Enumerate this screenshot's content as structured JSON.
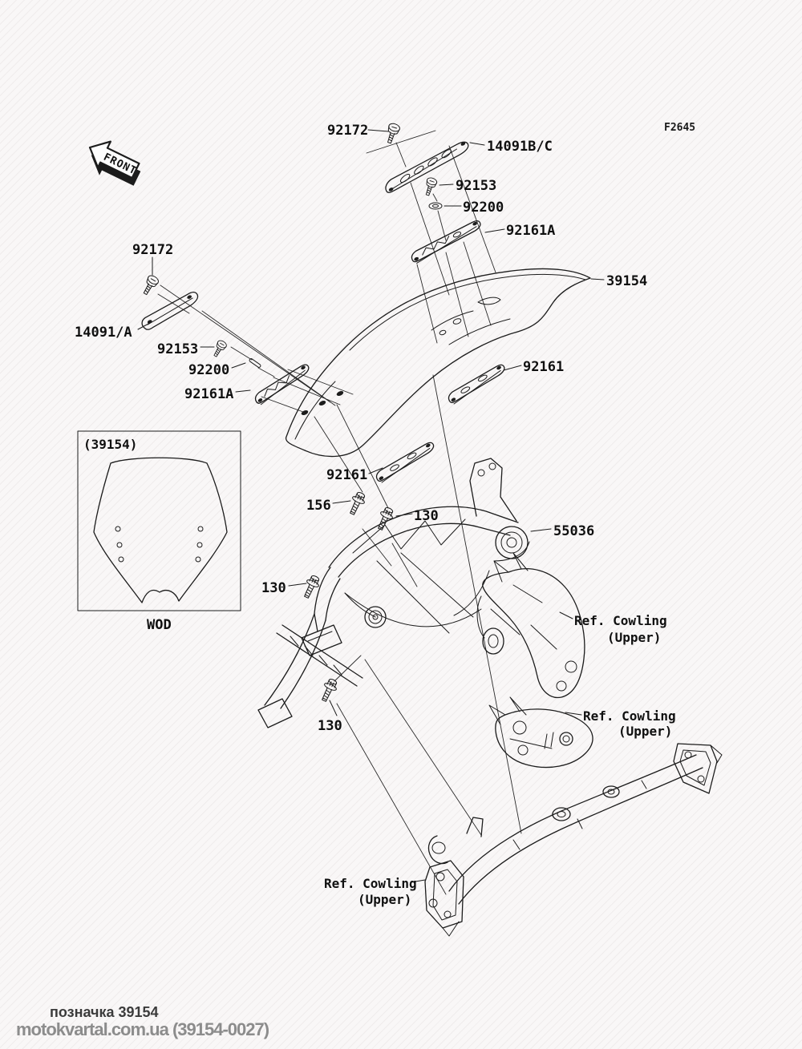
{
  "figure": {
    "code": "F2645",
    "front": "FRONT"
  },
  "labels": {
    "p92172_top": "92172",
    "p14091bc": "14091B/C",
    "p92153_top": "92153",
    "p92200_top": "92200",
    "p92161a_top": "92161A",
    "p39154": "39154",
    "p92172_left": "92172",
    "p14091a": "14091/A",
    "p92153_left": "92153",
    "p92200_left": "92200",
    "p92161a_left": "92161A",
    "p92161_right": "92161",
    "p92161_lower": "92161",
    "p156": "156",
    "p130_top": "130",
    "p55036": "55036",
    "p130_left": "130",
    "p130_bottom": "130"
  },
  "ref_cowling": {
    "line1": "Ref. Cowling",
    "line2": "(Upper)"
  },
  "inset": {
    "title": "(39154)",
    "caption": "WOD"
  },
  "watermark": {
    "line1": "позначка 39154",
    "line2": "motokvartal.com.ua (39154-0027)"
  },
  "colors": {
    "background": "#f9f7f7",
    "hatch": "#ece9e8",
    "line": "#1c1c1c",
    "watermark_dark": "#3b3b3b",
    "watermark_gray": "#8c8c8c"
  }
}
